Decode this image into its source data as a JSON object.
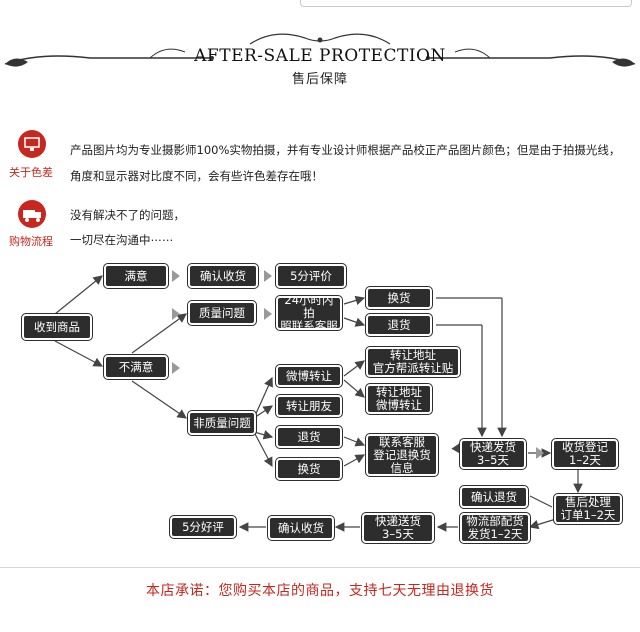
{
  "header": {
    "title": "AFTER-SALE PROTECTION",
    "subtitle": "售后保障"
  },
  "notes": [
    {
      "icon": "monitor-icon",
      "label": "关于色差",
      "lines": [
        "产品图片均为专业摄影师100%实物拍摄，并有专业设计师根据产品校正产品图片颜色；但是由于拍摄光线，",
        "角度和显示器对比度不同，会有些许色差存在哦！"
      ]
    },
    {
      "icon": "truck-icon",
      "label": "购物流程",
      "lines": [
        "没有解决不了的问题，",
        "一切尽在沟通中⋯⋯"
      ]
    }
  ],
  "flow": {
    "received": "收到商品",
    "satisfied": "满意",
    "confirm_receipt_1": "确认收货",
    "five_star_1": "5分评价",
    "unsatisfied": "不满意",
    "quality_issue": "质量问题",
    "contact_24h": "24小时内拍\n照联系客服",
    "exchange_1": "换货",
    "return_1": "退货",
    "non_quality_issue": "非质量问题",
    "weibo_forward": "微博转让",
    "forward_friend": "转让朋友",
    "return_2": "退货",
    "exchange_2": "换货",
    "transfer_address_official": "转让地址\n官方帮派转让贴",
    "transfer_address_weibo": "转让地址\n微博转让",
    "contact_register": "联系客服\n登记退换货\n信息",
    "express_ship": "快递发货\n3–5天",
    "receive_register": "收货登记\n1–2天",
    "confirm_return": "确认退货",
    "after_sale_process": "售后处理\n订单1–2天",
    "logistics_reship": "物流部配货\n发货1–2天",
    "express_deliver": "快递送货\n3–5天",
    "confirm_receipt_2": "确认收货",
    "five_star_2": "5分好评"
  },
  "footer": {
    "promise": "本店承诺：您购买本店的商品，支持七天无理由退换货"
  },
  "colors": {
    "accent": "#c7271f",
    "node_bg": "#2d2d2d",
    "node_text": "#ffffff"
  }
}
